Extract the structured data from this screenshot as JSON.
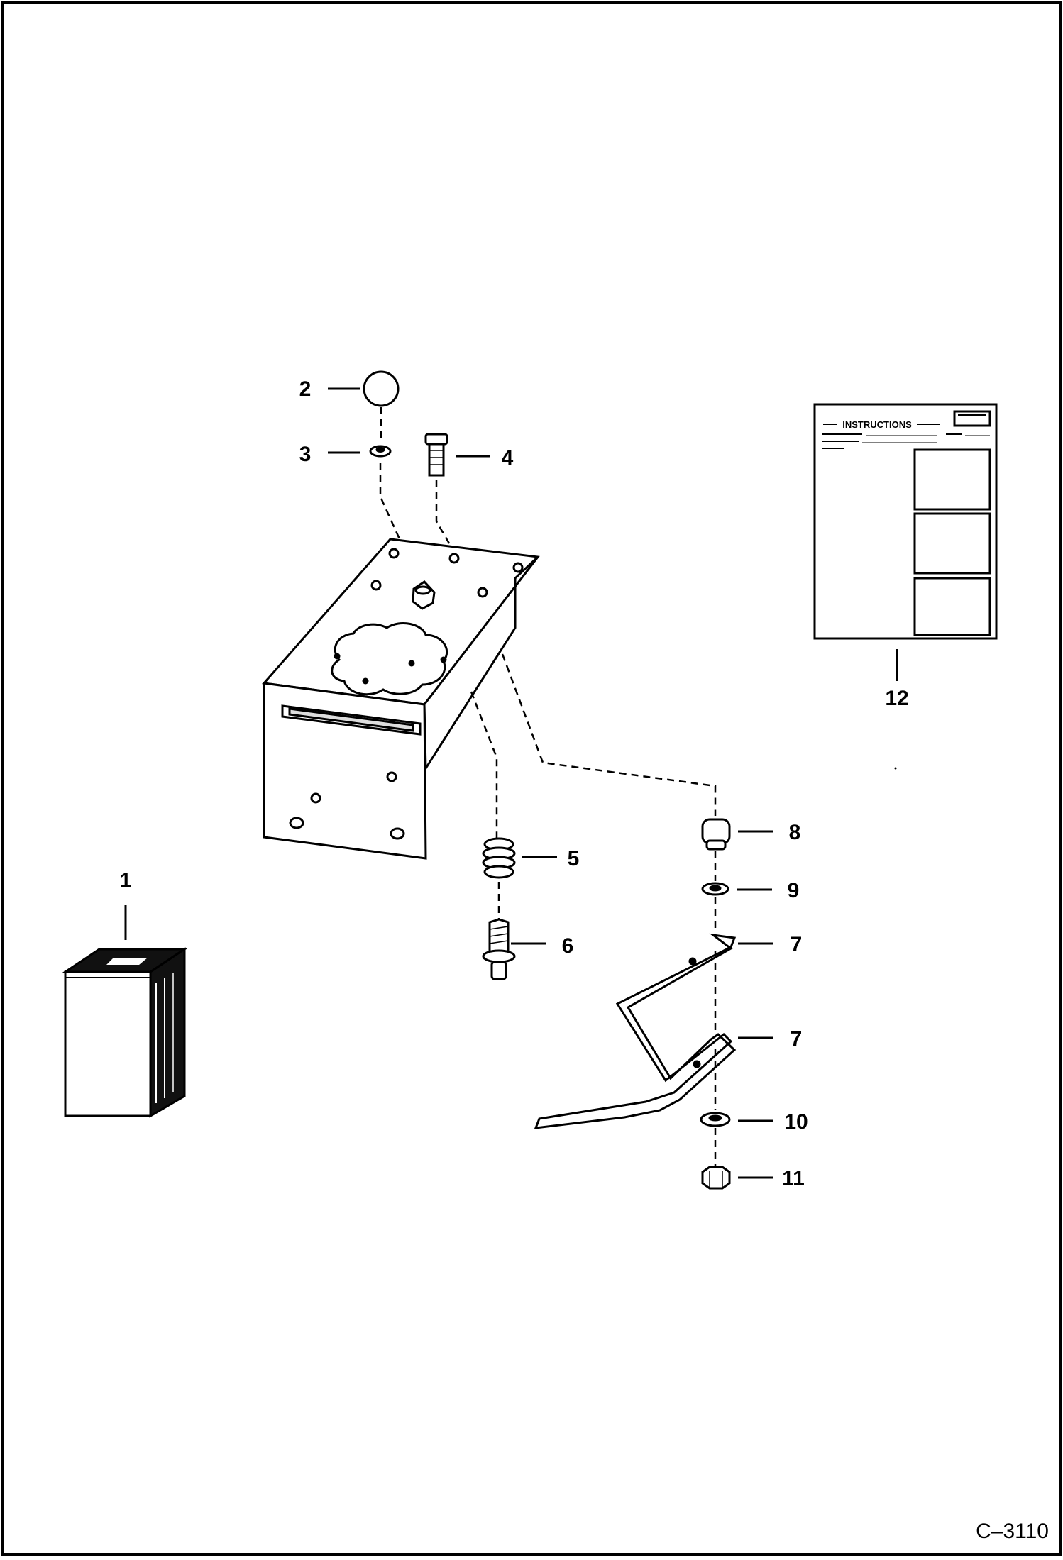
{
  "figure": {
    "figure_id": "C–3110",
    "callouts": {
      "c1": "1",
      "c2": "2",
      "c3": "3",
      "c4": "4",
      "c5": "5",
      "c6": "6",
      "c7a": "7",
      "c7b": "7",
      "c8": "8",
      "c9": "9",
      "c10": "10",
      "c11": "11",
      "c12": "12"
    },
    "manual_cover": {
      "heading": "INSTRUCTIONS"
    }
  }
}
